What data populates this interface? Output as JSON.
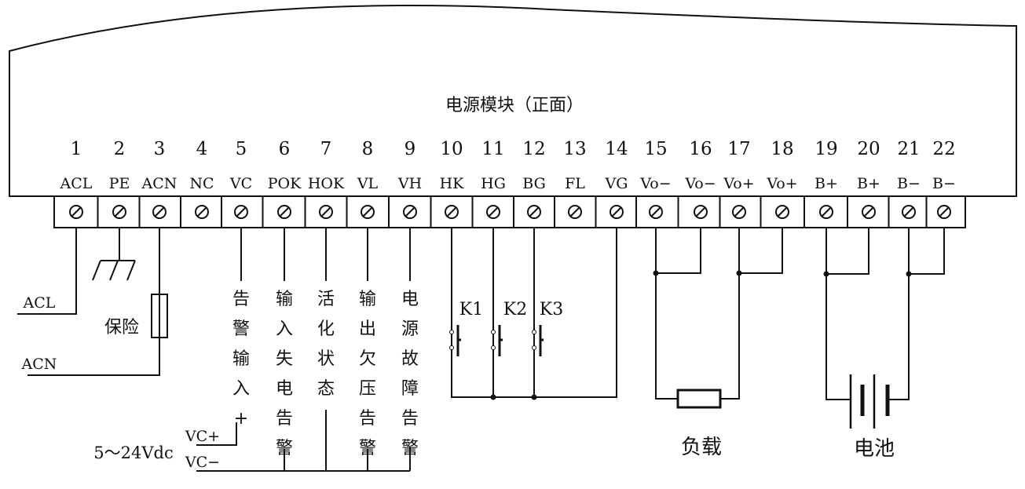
{
  "title": "电源模块（正面）",
  "terminals": [
    {
      "num": "1",
      "label": "ACL"
    },
    {
      "num": "2",
      "label": "PE"
    },
    {
      "num": "3",
      "label": "ACN"
    },
    {
      "num": "4",
      "label": "NC"
    },
    {
      "num": "5",
      "label": "VC"
    },
    {
      "num": "6",
      "label": "POK"
    },
    {
      "num": "7",
      "label": "HOK"
    },
    {
      "num": "8",
      "label": "VL"
    },
    {
      "num": "9",
      "label": "VH"
    },
    {
      "num": "10",
      "label": "HK"
    },
    {
      "num": "11",
      "label": "HG"
    },
    {
      "num": "12",
      "label": "BG"
    },
    {
      "num": "13",
      "label": "FL"
    },
    {
      "num": "14",
      "label": "VG"
    },
    {
      "num": "15",
      "label": "Vo−"
    },
    {
      "num": "16",
      "label": "Vo−"
    },
    {
      "num": "17",
      "label": "Vo+"
    },
    {
      "num": "18",
      "label": "Vo+"
    },
    {
      "num": "19",
      "label": "B+"
    },
    {
      "num": "20",
      "label": "B+"
    },
    {
      "num": "21",
      "label": "B−"
    },
    {
      "num": "22",
      "label": "B−"
    }
  ],
  "wires": {
    "acl": "ACL",
    "acn": "ACN",
    "fuse": "保险",
    "vc_plus": "VC+",
    "vc_minus": "VC−",
    "supply": "5～24Vdc",
    "k1": "K1",
    "k2": "K2",
    "k3": "K3",
    "load": "负载",
    "battery": "电池"
  },
  "signals": [
    {
      "text": "告警输入+"
    },
    {
      "text": "输入失电告警"
    },
    {
      "text": "活化状态"
    },
    {
      "text": "输出欠压告警"
    },
    {
      "text": "电源故障告警"
    }
  ]
}
